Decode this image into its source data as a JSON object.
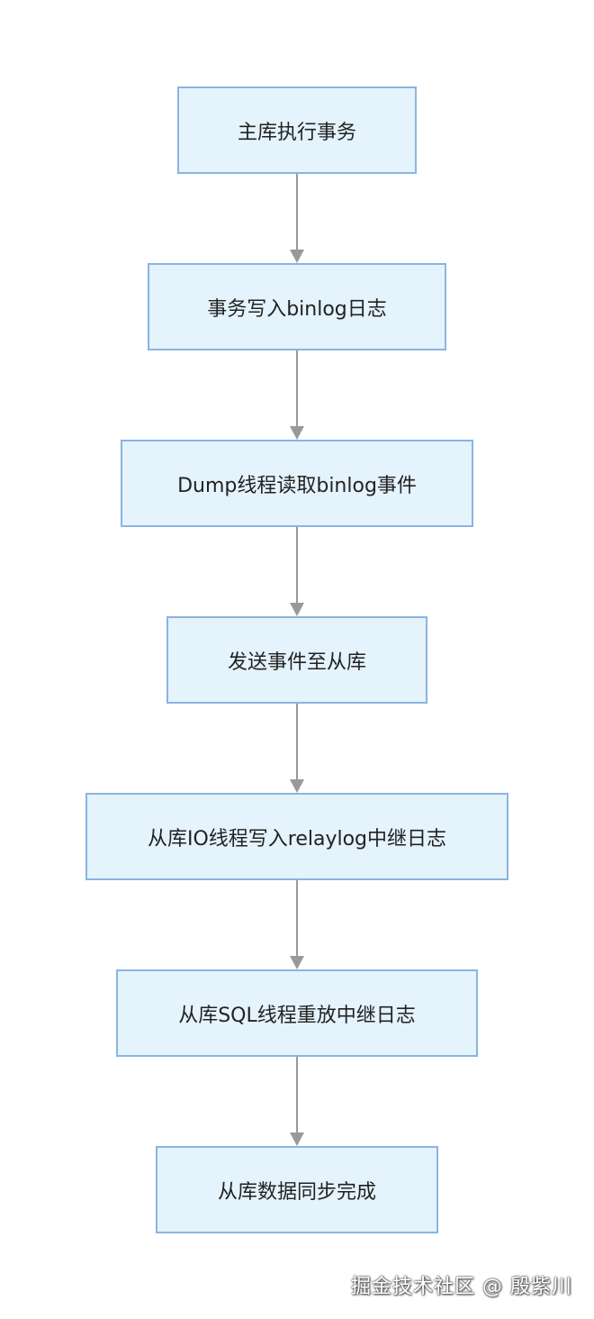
{
  "diagram": {
    "nodes": [
      {
        "id": "n1",
        "label": "主库执行事务"
      },
      {
        "id": "n2",
        "label": "事务写入binlog日志"
      },
      {
        "id": "n3",
        "label": "Dump线程读取binlog事件"
      },
      {
        "id": "n4",
        "label": "发送事件至从库"
      },
      {
        "id": "n5",
        "label": "从库IO线程写入relaylog中继日志"
      },
      {
        "id": "n6",
        "label": "从库SQL线程重放中继日志"
      },
      {
        "id": "n7",
        "label": "从库数据同步完成"
      }
    ],
    "edges": [
      {
        "from": "n1",
        "to": "n2"
      },
      {
        "from": "n2",
        "to": "n3"
      },
      {
        "from": "n3",
        "to": "n4"
      },
      {
        "from": "n4",
        "to": "n5"
      },
      {
        "from": "n5",
        "to": "n6"
      },
      {
        "from": "n6",
        "to": "n7"
      }
    ],
    "colors": {
      "node_fill": "#e4f3fc",
      "node_border": "#8ab5e0",
      "edge": "#999999"
    }
  },
  "watermark": "掘金技术社区 @ 殷紫川"
}
